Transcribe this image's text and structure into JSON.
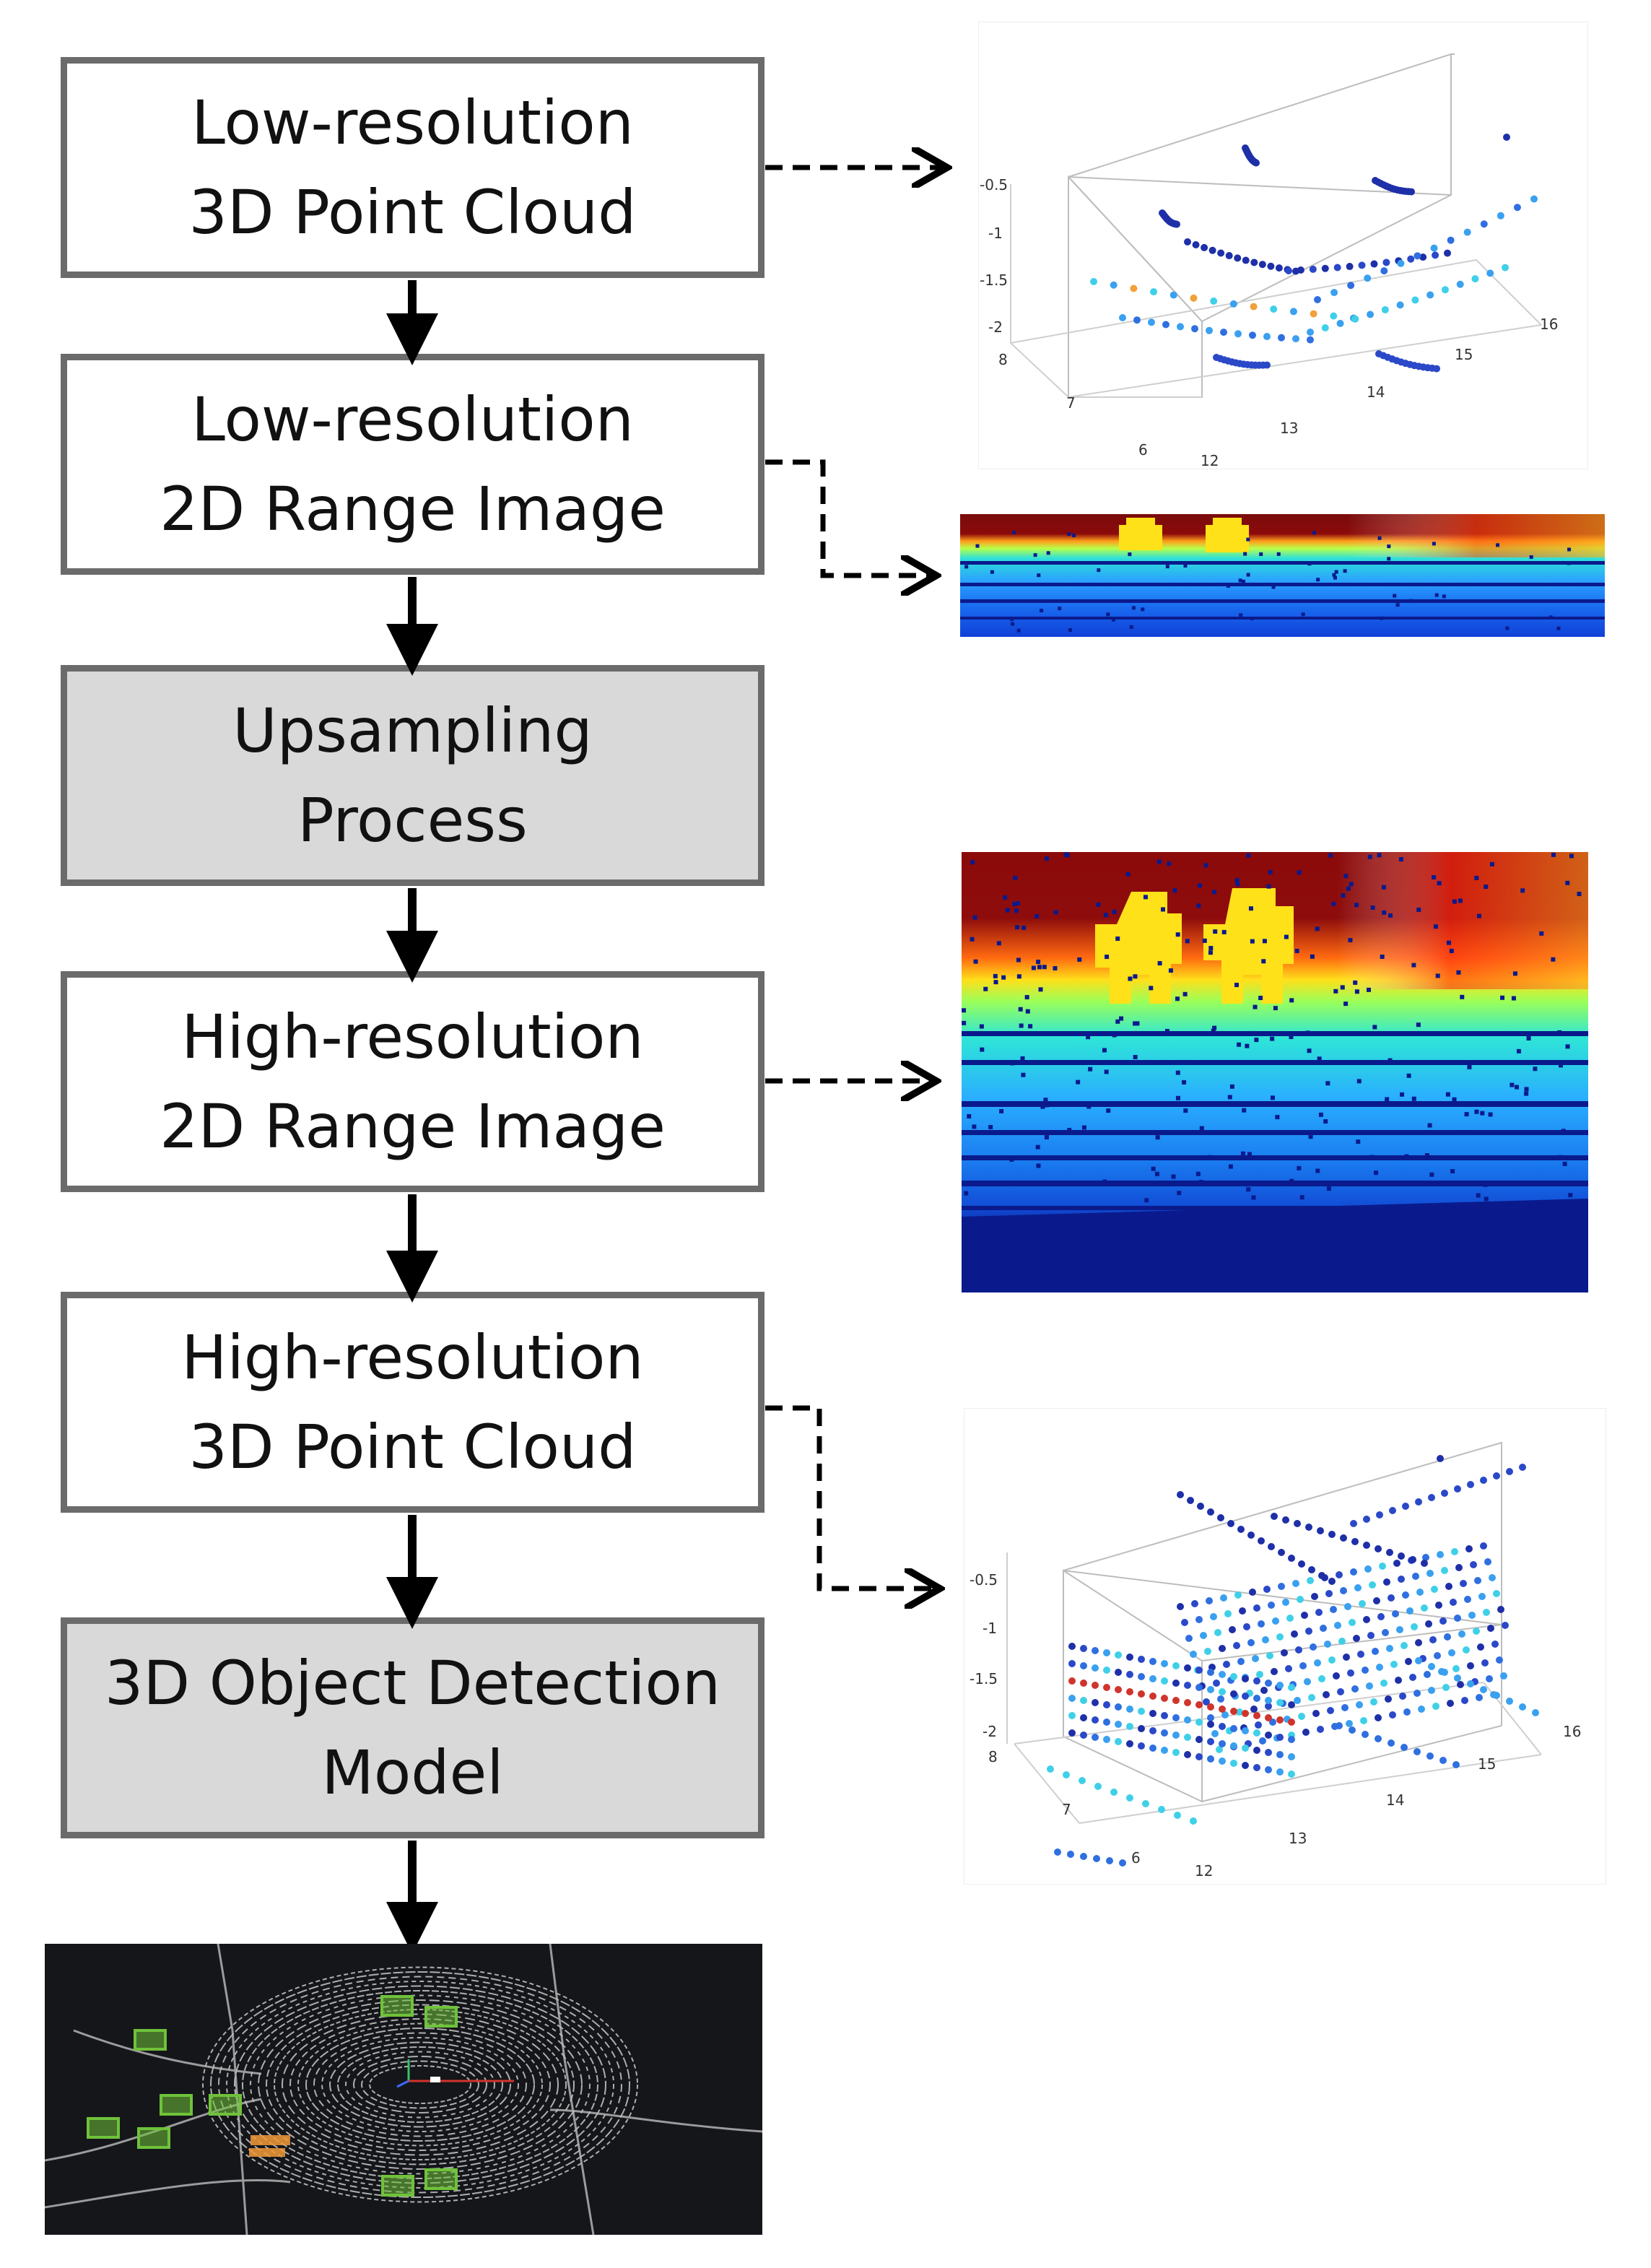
{
  "flow_steps": [
    {
      "id": "step1",
      "line1": "Low-resolution",
      "line2": "3D Point Cloud",
      "shaded": false
    },
    {
      "id": "step2",
      "line1": "Low-resolution",
      "line2": "2D Range Image",
      "shaded": false
    },
    {
      "id": "step3",
      "line1": "Upsampling",
      "line2": "Process",
      "shaded": true
    },
    {
      "id": "step4",
      "line1": "High-resolution",
      "line2": "2D Range Image",
      "shaded": false
    },
    {
      "id": "step5",
      "line1": "High-resolution",
      "line2": "3D Point Cloud",
      "shaded": false
    },
    {
      "id": "step6",
      "line1": "3D Object Detection",
      "line2": "Model",
      "shaded": true
    }
  ],
  "plot_low": {
    "z_ticks": [
      "-0.5",
      "-1",
      "-1.5",
      "-2"
    ],
    "y_ticks": [
      "8",
      "7",
      "6"
    ],
    "x_ticks": [
      "12",
      "13",
      "14",
      "15",
      "16"
    ]
  },
  "plot_high": {
    "z_ticks": [
      "-0.5",
      "-1",
      "-1.5",
      "-2"
    ],
    "y_ticks": [
      "8",
      "7",
      "6"
    ],
    "x_ticks": [
      "12",
      "13",
      "14",
      "15",
      "16"
    ]
  },
  "colors": {
    "box_border": "#6b6b6b",
    "shaded_fill": "#d9d9d9",
    "arrow": "#000000",
    "range_far": "#8b0a0a",
    "range_near": "#0a1a8c",
    "detection_box": "#6fc23a",
    "detection_pedestrian": "#f29a3a"
  }
}
